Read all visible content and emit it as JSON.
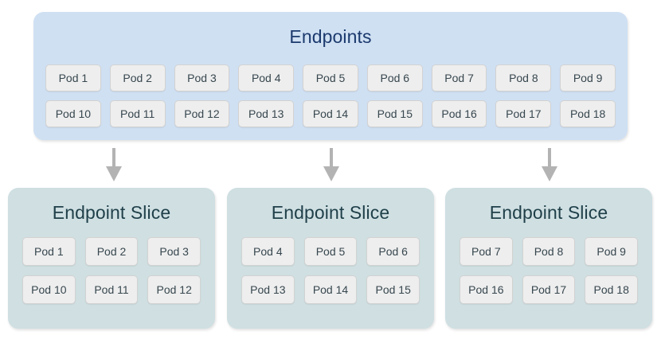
{
  "diagram": {
    "title_endpoints": "Endpoints",
    "arrow_icon": "arrow-down-icon",
    "colors": {
      "endpoints_background": "#cfe0f3",
      "endpoints_title": "#1c3a6e",
      "slice_background": "#cfdfe2",
      "slice_title": "#1f3f49",
      "pod_background": "#eeeeee",
      "pod_border": "#d2d2d2",
      "pod_text": "#37474f",
      "arrow": "#b3b3b3",
      "page_background": "#ffffff"
    }
  },
  "endpoints": {
    "title": "Endpoints",
    "rows": [
      [
        "Pod 1",
        "Pod 2",
        "Pod 3",
        "Pod 4",
        "Pod 5",
        "Pod 6",
        "Pod 7",
        "Pod 8",
        "Pod 9"
      ],
      [
        "Pod 10",
        "Pod 11",
        "Pod 12",
        "Pod 13",
        "Pod 14",
        "Pod 15",
        "Pod 16",
        "Pod 17",
        "Pod 18"
      ]
    ]
  },
  "slices": [
    {
      "title": "Endpoint Slice",
      "rows": [
        [
          "Pod 1",
          "Pod 2",
          "Pod 3"
        ],
        [
          "Pod 10",
          "Pod 11",
          "Pod 12"
        ]
      ]
    },
    {
      "title": "Endpoint Slice",
      "rows": [
        [
          "Pod 4",
          "Pod 5",
          "Pod 6"
        ],
        [
          "Pod 13",
          "Pod 14",
          "Pod 15"
        ]
      ]
    },
    {
      "title": "Endpoint Slice",
      "rows": [
        [
          "Pod 7",
          "Pod 8",
          "Pod 9"
        ],
        [
          "Pod 16",
          "Pod 17",
          "Pod 18"
        ]
      ]
    }
  ]
}
